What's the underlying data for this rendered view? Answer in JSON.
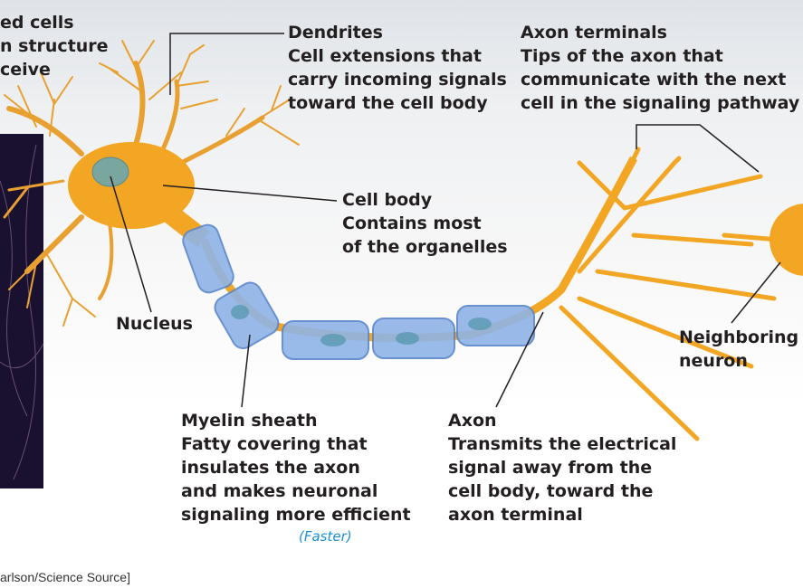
{
  "intro_partial": [
    "ed cells",
    "n structure",
    "ceive"
  ],
  "labels": {
    "dendrites": {
      "title": "Dendrites",
      "lines": [
        "Cell extensions that",
        "carry incoming signals",
        "toward the cell body"
      ]
    },
    "axon_terminals": {
      "title": "Axon terminals",
      "lines": [
        "Tips of the axon that",
        "communicate with the next",
        "cell in the signaling pathway"
      ]
    },
    "cell_body": {
      "title": "Cell body",
      "lines": [
        "Contains most",
        "of the organelles"
      ]
    },
    "nucleus": {
      "title": "Nucleus"
    },
    "neighboring_neuron": {
      "title": "Neighboring",
      "lines": [
        "neuron"
      ]
    },
    "myelin_sheath": {
      "title": "Myelin sheath",
      "lines": [
        "Fatty covering that",
        "insulates the axon",
        "and makes neuronal",
        "signaling more efficient"
      ]
    },
    "axon": {
      "title": "Axon",
      "lines": [
        "Transmits the electrical",
        "signal away from the",
        "cell body, toward the",
        "axon terminal"
      ]
    }
  },
  "handwritten_note": "(Faster)",
  "credit": "arlson/Science Source]",
  "colors": {
    "neuron": "#f2a623",
    "myelin": "#8fb4e8",
    "text": "#231f20",
    "note": "#1a8fd6",
    "panel": "#1a1030"
  }
}
